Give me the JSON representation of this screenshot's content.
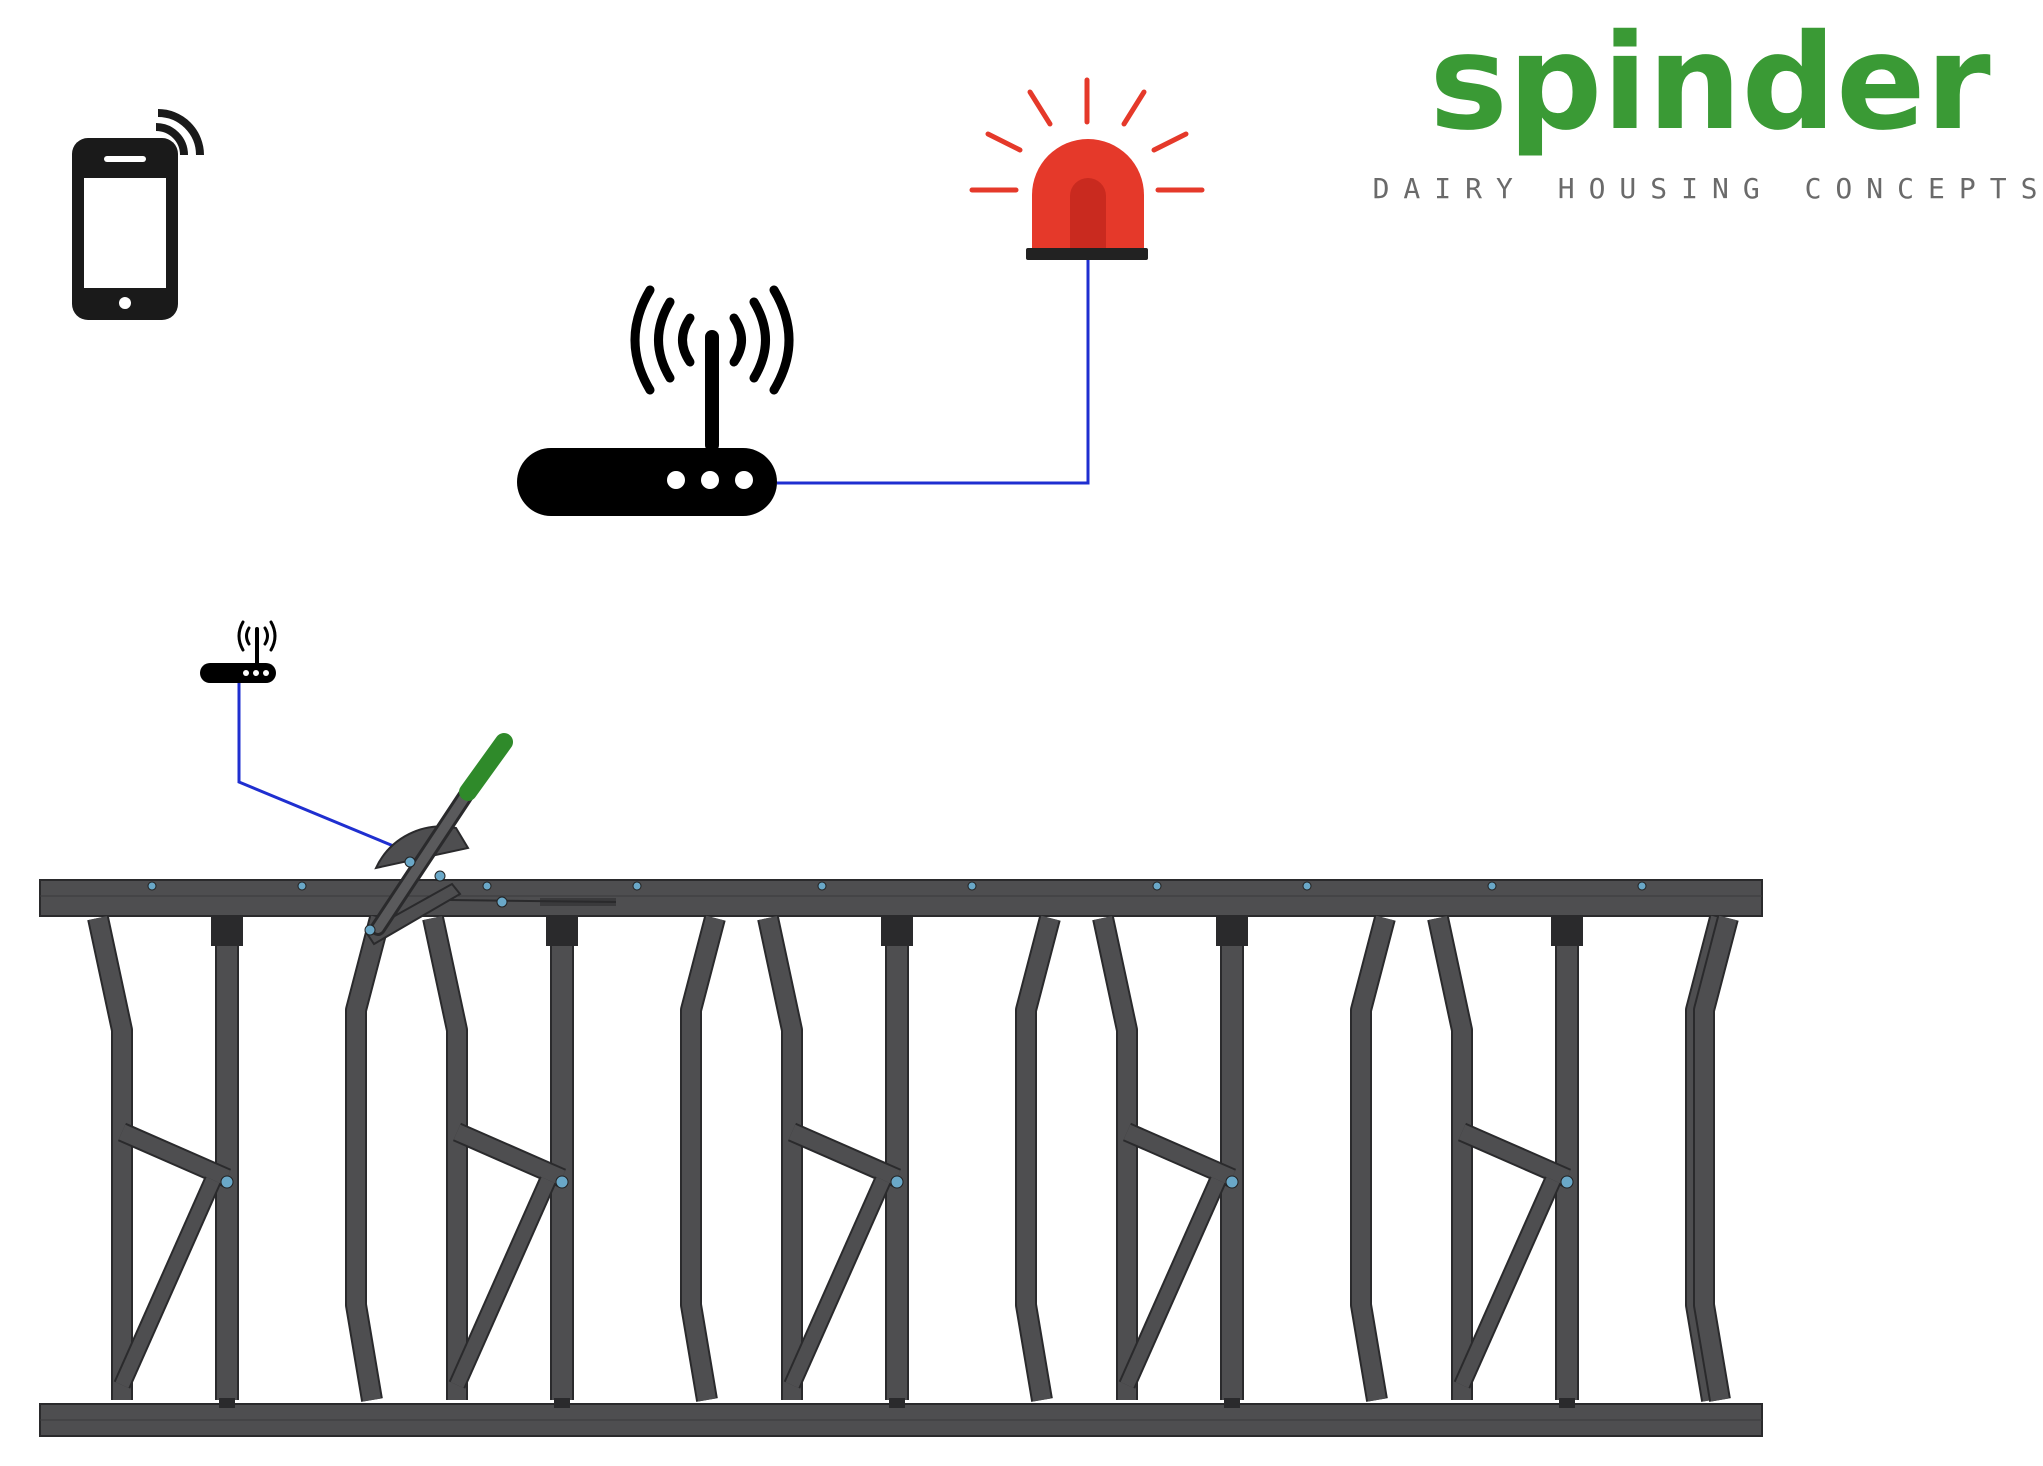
{
  "logo": {
    "wordmark": "spinder",
    "tagline": "DAIRY HOUSING CONCEPTS",
    "wordmark_color": "#3a9a35",
    "tagline_color": "#6a6a6a"
  },
  "devices": {
    "phone": {
      "icon": "smartphone-wireless-icon",
      "color": "#1a1a1a"
    },
    "main_router": {
      "icon": "wifi-router-icon",
      "color": "#000000"
    },
    "small_router": {
      "icon": "wifi-router-small-icon",
      "color": "#000000"
    },
    "alarm_beacon": {
      "icon": "siren-beacon-icon",
      "color": "#e5392a"
    }
  },
  "connections": {
    "line_color": "#1f2fd0"
  },
  "feed_barrier": {
    "icon": "self-locking-feed-barrier",
    "frame_color": "#4e4e50",
    "frame_edge_color": "#2a2a2c",
    "handle_color": "#2f8a2a",
    "pivot_color": "#6aa8c8"
  }
}
